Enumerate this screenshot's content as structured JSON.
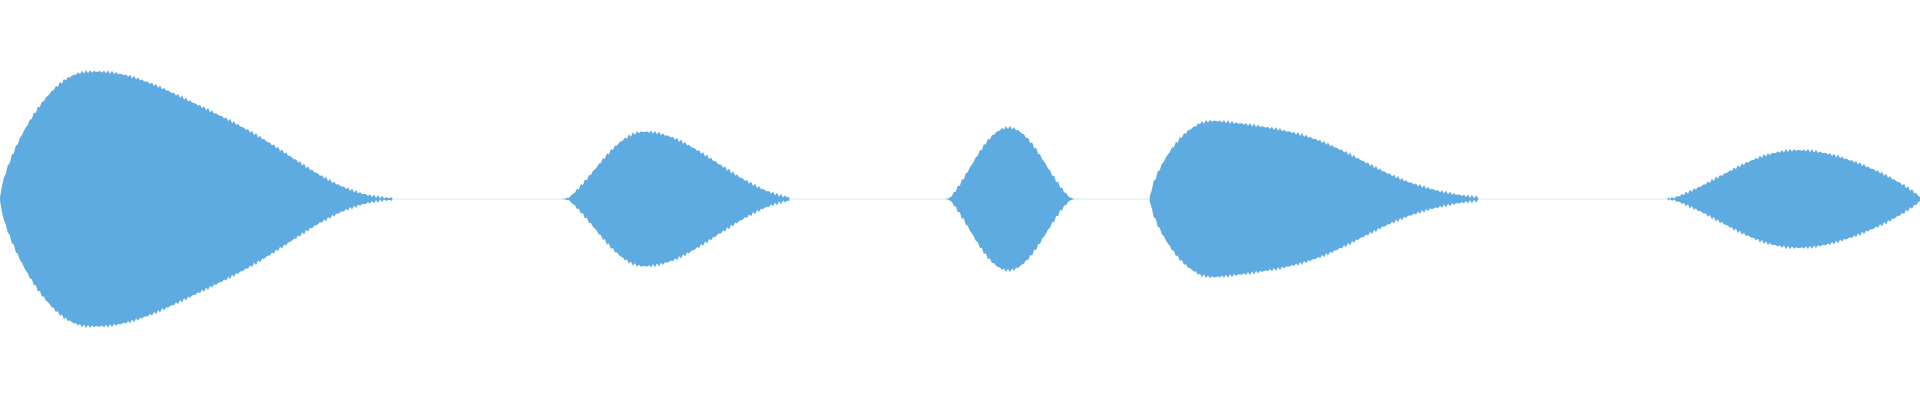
{
  "waveform": {
    "color": "#5eabe1",
    "background": "#ffffff",
    "segments": [
      {
        "name": "segment-1",
        "shape": "attack-fast-decay-slow",
        "peak_amplitude": 0.87
      },
      {
        "name": "segment-2",
        "shape": "symmetric-bell",
        "peak_amplitude": 0.45
      },
      {
        "name": "segment-3",
        "shape": "symmetric-bell",
        "peak_amplitude": 0.48
      },
      {
        "name": "segment-4",
        "shape": "attack-fast-decay-slow-with-transient",
        "peak_amplitude": 0.54
      },
      {
        "name": "segment-5",
        "shape": "wide-bell",
        "peak_amplitude": 0.33
      }
    ]
  }
}
